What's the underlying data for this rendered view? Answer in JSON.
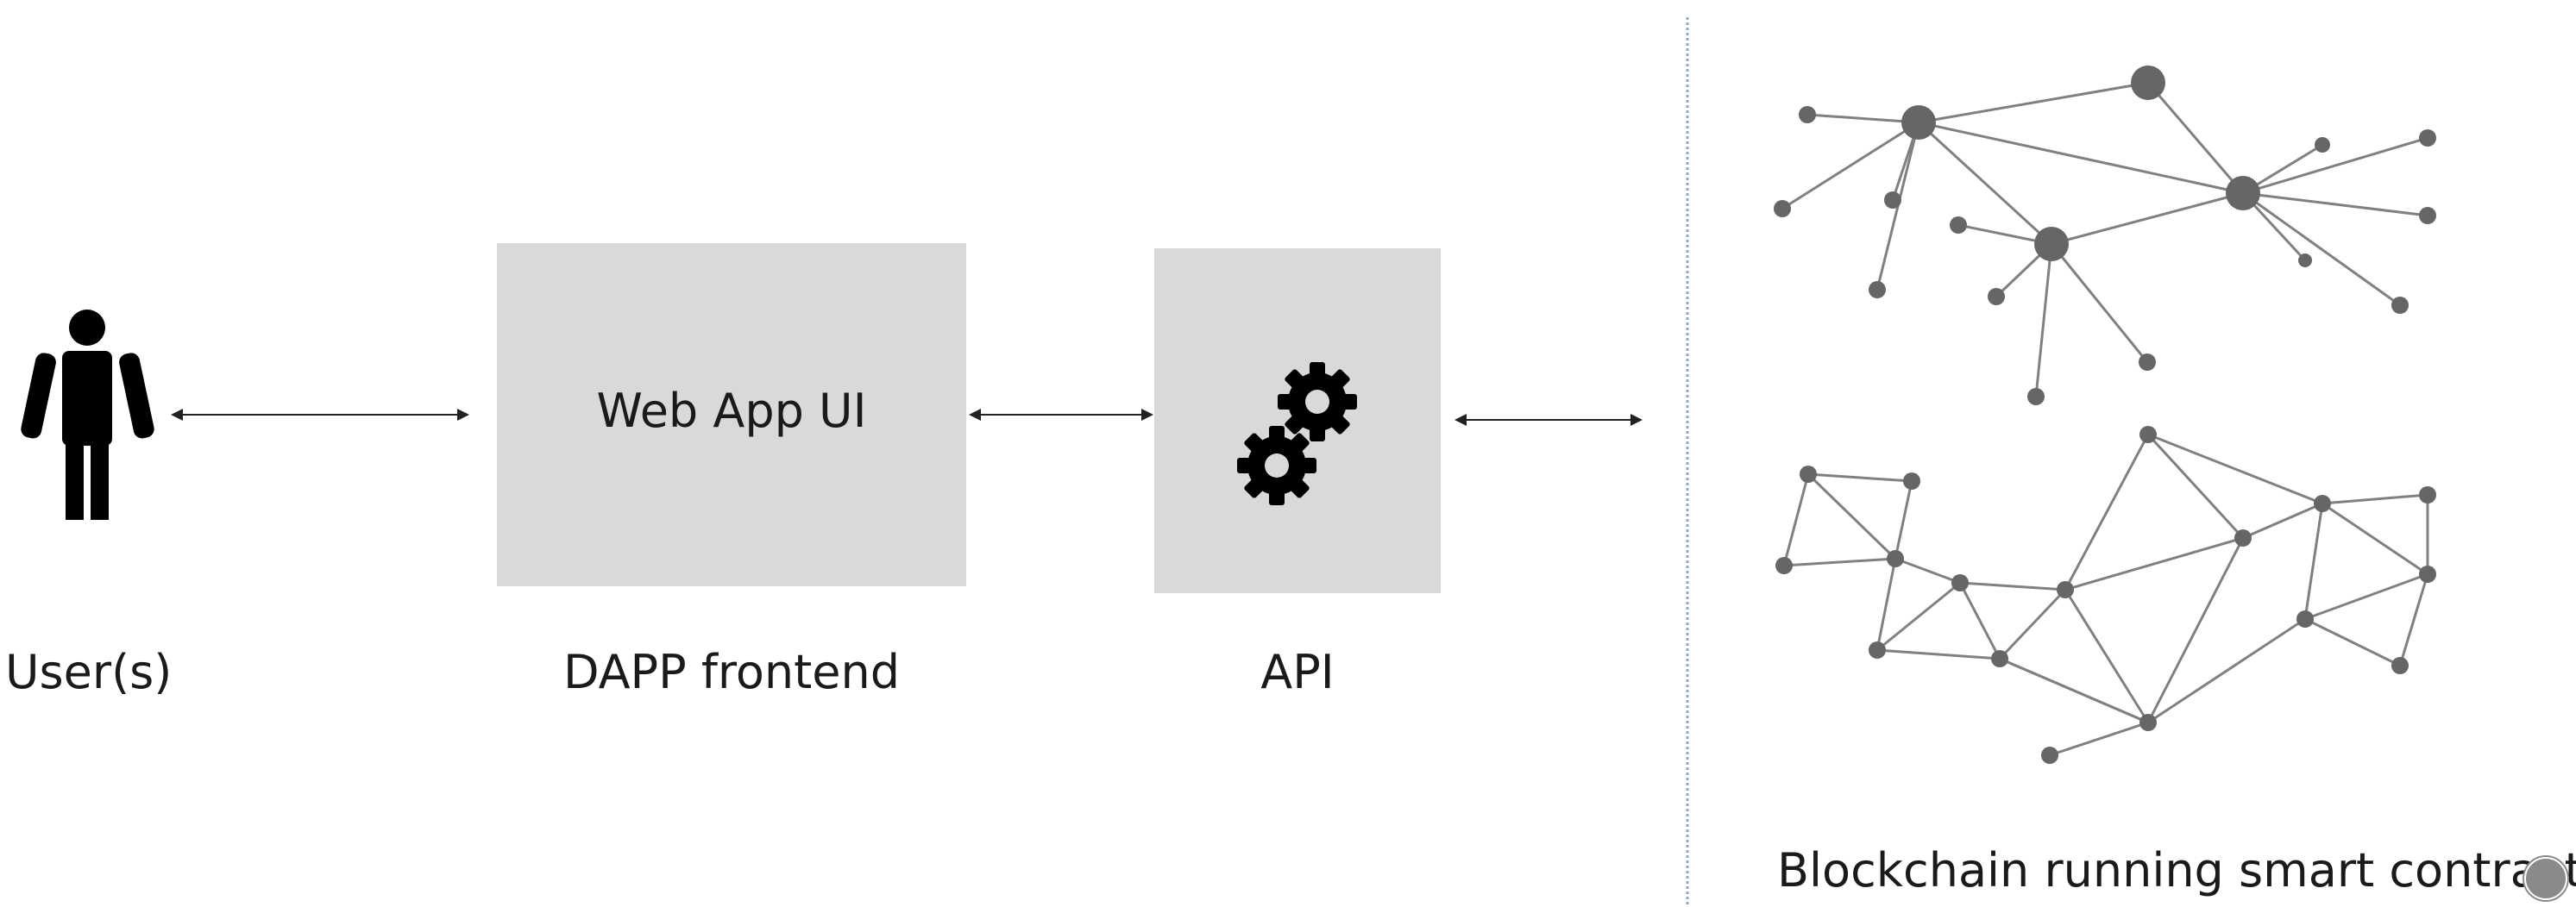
{
  "diagram": {
    "users_label": "User(s)",
    "frontend_box_text": "Web App UI",
    "frontend_label": "DAPP frontend",
    "api_label": "API",
    "blockchain_label": "Blockchain running smart contracts"
  },
  "icons": {
    "user": "person-icon",
    "api": "gears-icon",
    "network": "network-graph-icon",
    "corner": "badge-icon"
  },
  "colors": {
    "box_fill": "#d9d9d9",
    "divider": "#8fa6c4",
    "node": "#666666",
    "edge": "#808080"
  }
}
